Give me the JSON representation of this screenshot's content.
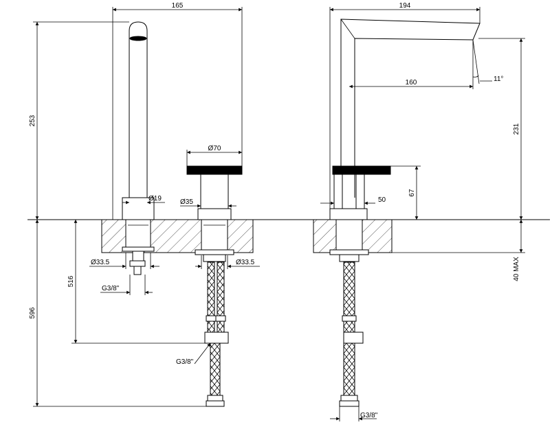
{
  "front_view": {
    "width": "165",
    "height": "253",
    "spout_diameter": "Ø19",
    "handle_diameter": "Ø70",
    "handle_body_diameter": "Ø35",
    "left_hole_diameter": "Ø33.5",
    "right_hole_diameter": "Ø33.5",
    "left_thread": "G3/8\"",
    "hose_thread": "G3/8\"",
    "hose_length": "516",
    "total_length": "596"
  },
  "side_view": {
    "depth": "194",
    "reach": "160",
    "angle": "11°",
    "spout_height": "231",
    "handle_height": "67",
    "handle_offset": "50",
    "deck_max": "40 MAX",
    "thread": "G3/8\""
  }
}
